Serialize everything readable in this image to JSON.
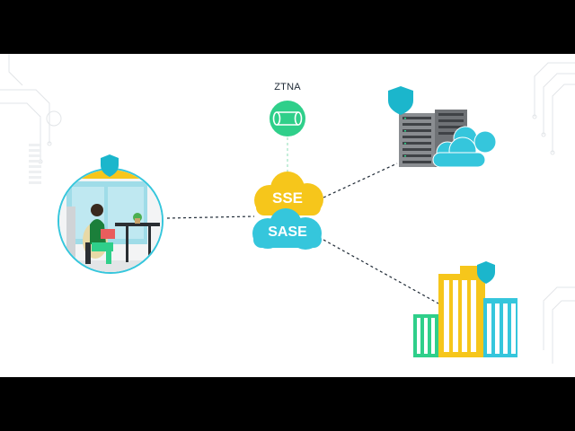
{
  "nodes": {
    "ztna": {
      "label": "ZTNA",
      "color": "#2fcf8a"
    },
    "sse": {
      "label": "SSE",
      "color": "#f6c61b"
    },
    "sase": {
      "label": "SASE",
      "color": "#35c6dc"
    },
    "remote_user": {
      "shield_icon": "shield-icon"
    },
    "data_center": {
      "shield_icon": "shield-icon"
    },
    "branch_office": {
      "shield_icon": "shield-icon"
    }
  },
  "colors": {
    "shield": "#1bb6cc",
    "cloud_blue": "#35c6dc",
    "server": "#8a8d91",
    "building_yellow": "#f6c61b",
    "building_teal": "#35c6dc",
    "building_green": "#2fcf8a"
  }
}
